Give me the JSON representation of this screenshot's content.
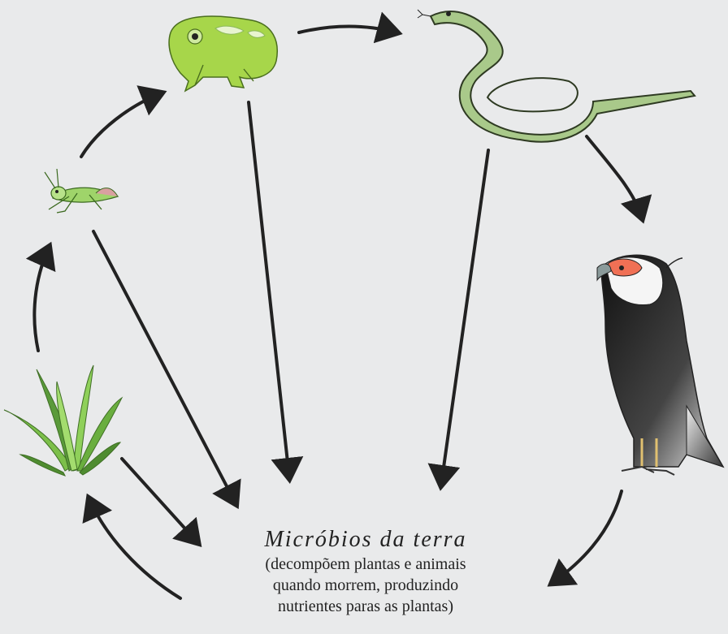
{
  "organisms": [
    {
      "id": "plant",
      "icon": "plant-icon"
    },
    {
      "id": "grasshopper",
      "icon": "grasshopper-icon"
    },
    {
      "id": "frog",
      "icon": "frog-icon"
    },
    {
      "id": "snake",
      "icon": "snake-icon"
    },
    {
      "id": "bird",
      "icon": "caracara-bird-icon"
    }
  ],
  "microbes": {
    "title": "Micróbios da terra",
    "description_lines": [
      "(decompõem plantas e animais",
      "quando morrem, produzindo",
      "nutrientes paras as plantas)"
    ]
  },
  "colors": {
    "background": "#e9eaeb",
    "arrow": "#222222",
    "plant": "#5a9a3a",
    "frog": "#a7d64a",
    "snake": "#a9c98a"
  }
}
